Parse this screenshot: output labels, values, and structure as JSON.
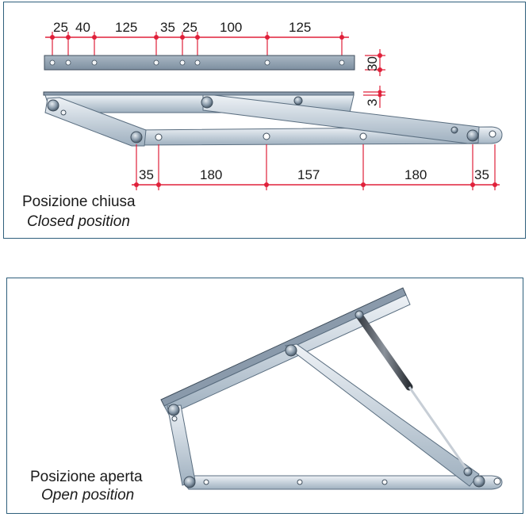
{
  "closed": {
    "title_it": "Posizione chiusa",
    "title_en": "Closed position",
    "top_dims": [
      "25",
      "40",
      "125",
      "35",
      "25",
      "100",
      "125"
    ],
    "side_dims": [
      "30",
      "3"
    ],
    "bottom_dims": [
      "35",
      "180",
      "157",
      "180",
      "35"
    ]
  },
  "open": {
    "title_it": "Posizione aperta",
    "title_en": "Open position"
  },
  "colors": {
    "frame": "#2e5f7c",
    "dimension": "#e0203a",
    "metal": "#c9d4de",
    "metal_edge": "#5a6e80",
    "top_bar": "#8a9aab"
  }
}
